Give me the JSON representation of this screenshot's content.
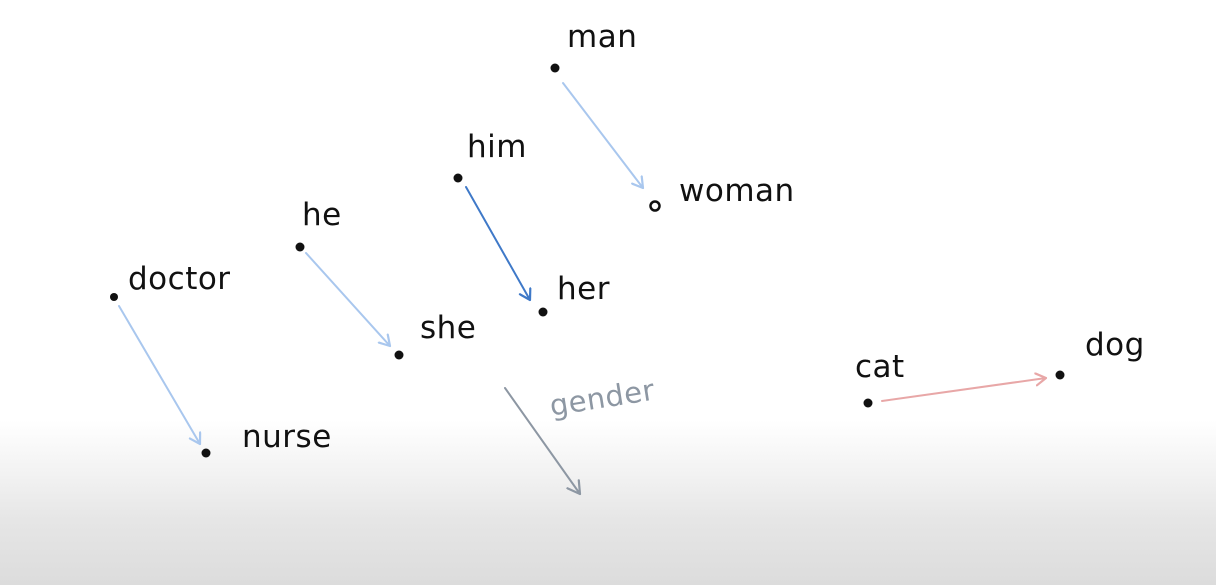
{
  "words": {
    "man": "man",
    "woman": "woman",
    "him": "him",
    "her": "her",
    "he": "he",
    "she": "she",
    "doctor": "doctor",
    "nurse": "nurse",
    "cat": "cat",
    "dog": "dog",
    "gender": "gender"
  },
  "colors": {
    "ink": "#111111",
    "light_blue": "#a9c7ee",
    "dark_blue": "#3f79c8",
    "gray": "#8d97a3",
    "red": "#e8a7a7"
  },
  "icons": {
    "arrow": "arrow-icon",
    "point": "dot-icon"
  }
}
